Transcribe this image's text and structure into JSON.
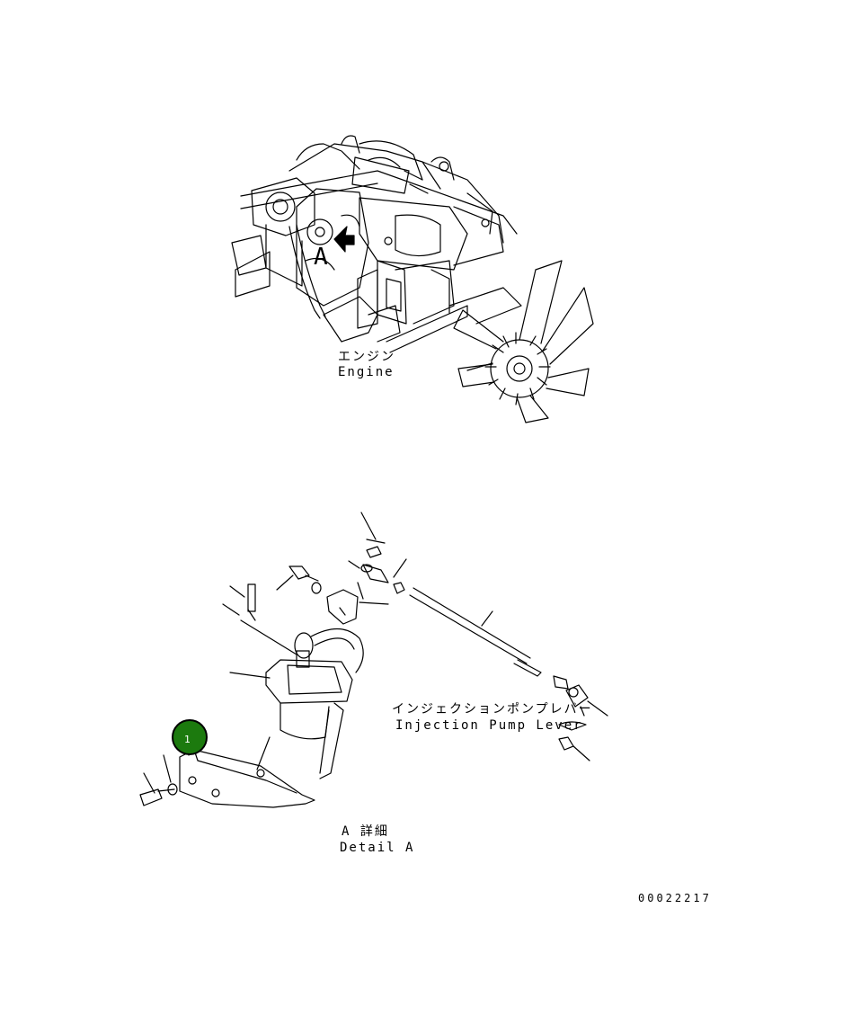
{
  "engine_view": {
    "arrow_letter": "A",
    "label_jp": "エンジン",
    "label_en": "Engine"
  },
  "detail_view": {
    "pump_lever_label_jp": "インジェクションポンプレバー",
    "pump_lever_label_en": "Injection Pump Lever",
    "detail_title_jp": "A 詳細",
    "detail_title_en": "Detail A",
    "callout_number": "1",
    "callout_color": "#1c7a0e"
  },
  "drawing_number": "00022217"
}
